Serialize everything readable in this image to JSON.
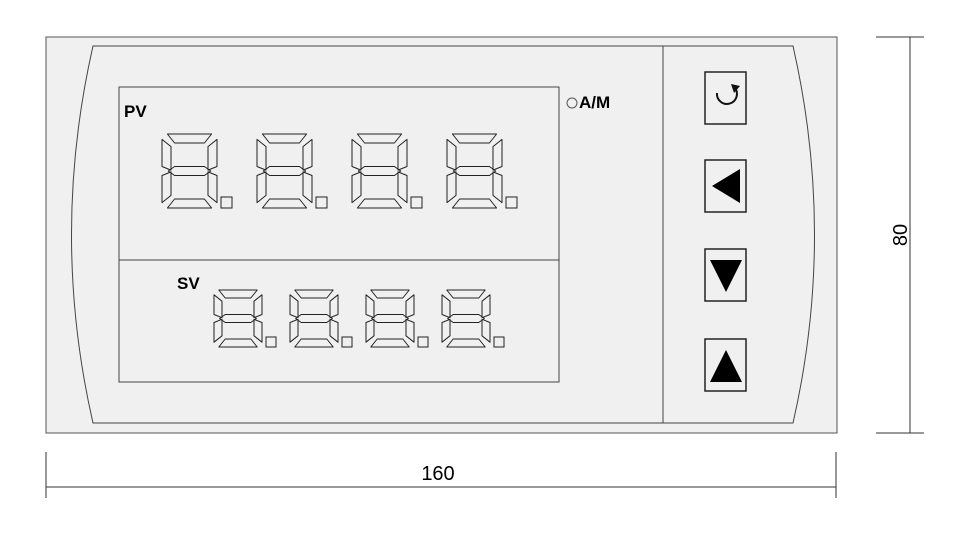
{
  "displays": {
    "pv": {
      "label": "PV",
      "digit_count": 4
    },
    "sv": {
      "label": "SV",
      "digit_count": 4
    }
  },
  "indicator": {
    "label": "A/M"
  },
  "buttons": [
    {
      "name": "cycle-button",
      "icon": "rotate-icon"
    },
    {
      "name": "left-button",
      "icon": "left-arrow-icon"
    },
    {
      "name": "down-button",
      "icon": "down-arrow-icon"
    },
    {
      "name": "up-button",
      "icon": "up-arrow-icon"
    }
  ],
  "dimensions": {
    "width": "160",
    "height": "80"
  }
}
